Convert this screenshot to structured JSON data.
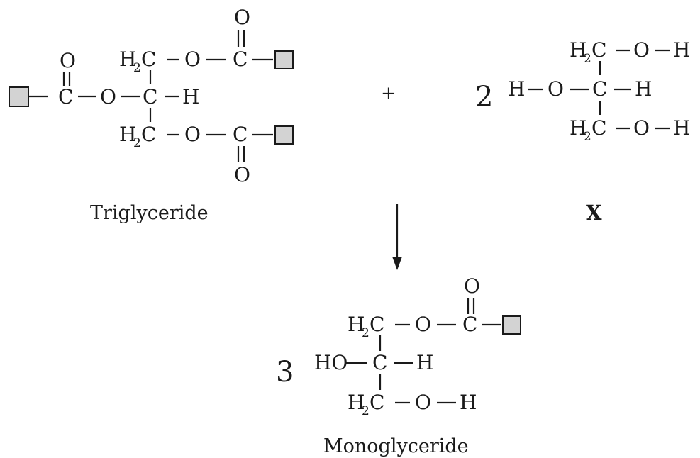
{
  "atoms": {
    "o": "O",
    "c": "C",
    "h": "H",
    "h2_h": "H",
    "h2_sub": "2",
    "ho": "HO"
  },
  "labels": {
    "triglyceride": "Triglyceride",
    "x": "X",
    "monoglyceride": "Monoglyceride",
    "plus": "+",
    "coef_glycerol": "2",
    "coef_monoglyceride": "3"
  },
  "colors": {
    "r_group_fill": "#d3d3d3",
    "ink": "#1a1a1a"
  }
}
